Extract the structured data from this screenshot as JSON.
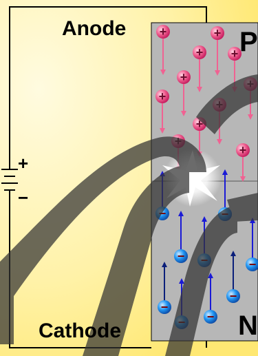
{
  "labels": {
    "anode": "Anode",
    "cathode": "Cathode",
    "p_region": "P",
    "n_region": "N",
    "battery_positive": "+",
    "battery_negative": "−"
  },
  "carriers": {
    "hole_symbol": "+",
    "electron_symbol": "−"
  },
  "colors": {
    "background_yellow": "#fff2a8",
    "p_region_fill": "#b7b7b7",
    "n_region_fill": "#b7b7b7",
    "hole_color": "#f06292",
    "hole_arrow": "#f06292",
    "electron_color": "#2196f3",
    "electron_arrow": "#1a1ad6",
    "watermark": "#333333",
    "flash": "#ffffff"
  }
}
